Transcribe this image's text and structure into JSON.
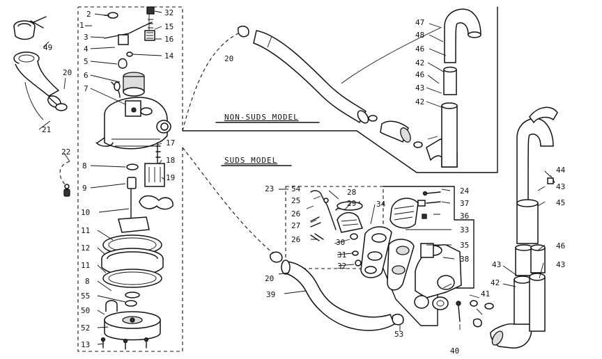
{
  "models": {
    "non_suds": "NON-SUDS MODEL",
    "suds": "SUDS MODEL"
  },
  "callouts": {
    "c1": "1",
    "c2": "2",
    "c3": "3",
    "c4": "4",
    "c5": "5",
    "c6": "6",
    "c7": "7",
    "c8a": "8",
    "c8b": "8",
    "c9": "9",
    "c10": "10",
    "c11a": "11",
    "c11b": "11",
    "c12": "12",
    "c13": "13",
    "c14": "14",
    "c15": "15",
    "c16": "16",
    "c17": "17",
    "c18": "18",
    "c19": "19",
    "c20a": "20",
    "c20b": "20",
    "c20c": "20",
    "c21": "21",
    "c22": "22",
    "c23": "23",
    "c24": "24",
    "c25": "25",
    "c26a": "26",
    "c26b": "26",
    "c27": "27",
    "c28": "28",
    "c29": "29",
    "c30": "30",
    "c31": "31",
    "c32a": "32",
    "c32b": "32",
    "c33": "33",
    "c34": "34",
    "c35": "35",
    "c36": "36",
    "c37": "37",
    "c38": "38",
    "c39": "39",
    "c40": "40",
    "c41": "41",
    "c42a": "42",
    "c42b": "42",
    "c42c": "42",
    "c43a": "43",
    "c43b": "43",
    "c43c": "43",
    "c43d": "43",
    "c44": "44",
    "c45": "45",
    "c46a": "46",
    "c46b": "46",
    "c46c": "46",
    "c47": "47",
    "c48": "48",
    "c49": "49",
    "c50": "50",
    "c52": "52",
    "c53": "53",
    "c54": "54",
    "c55": "55"
  }
}
